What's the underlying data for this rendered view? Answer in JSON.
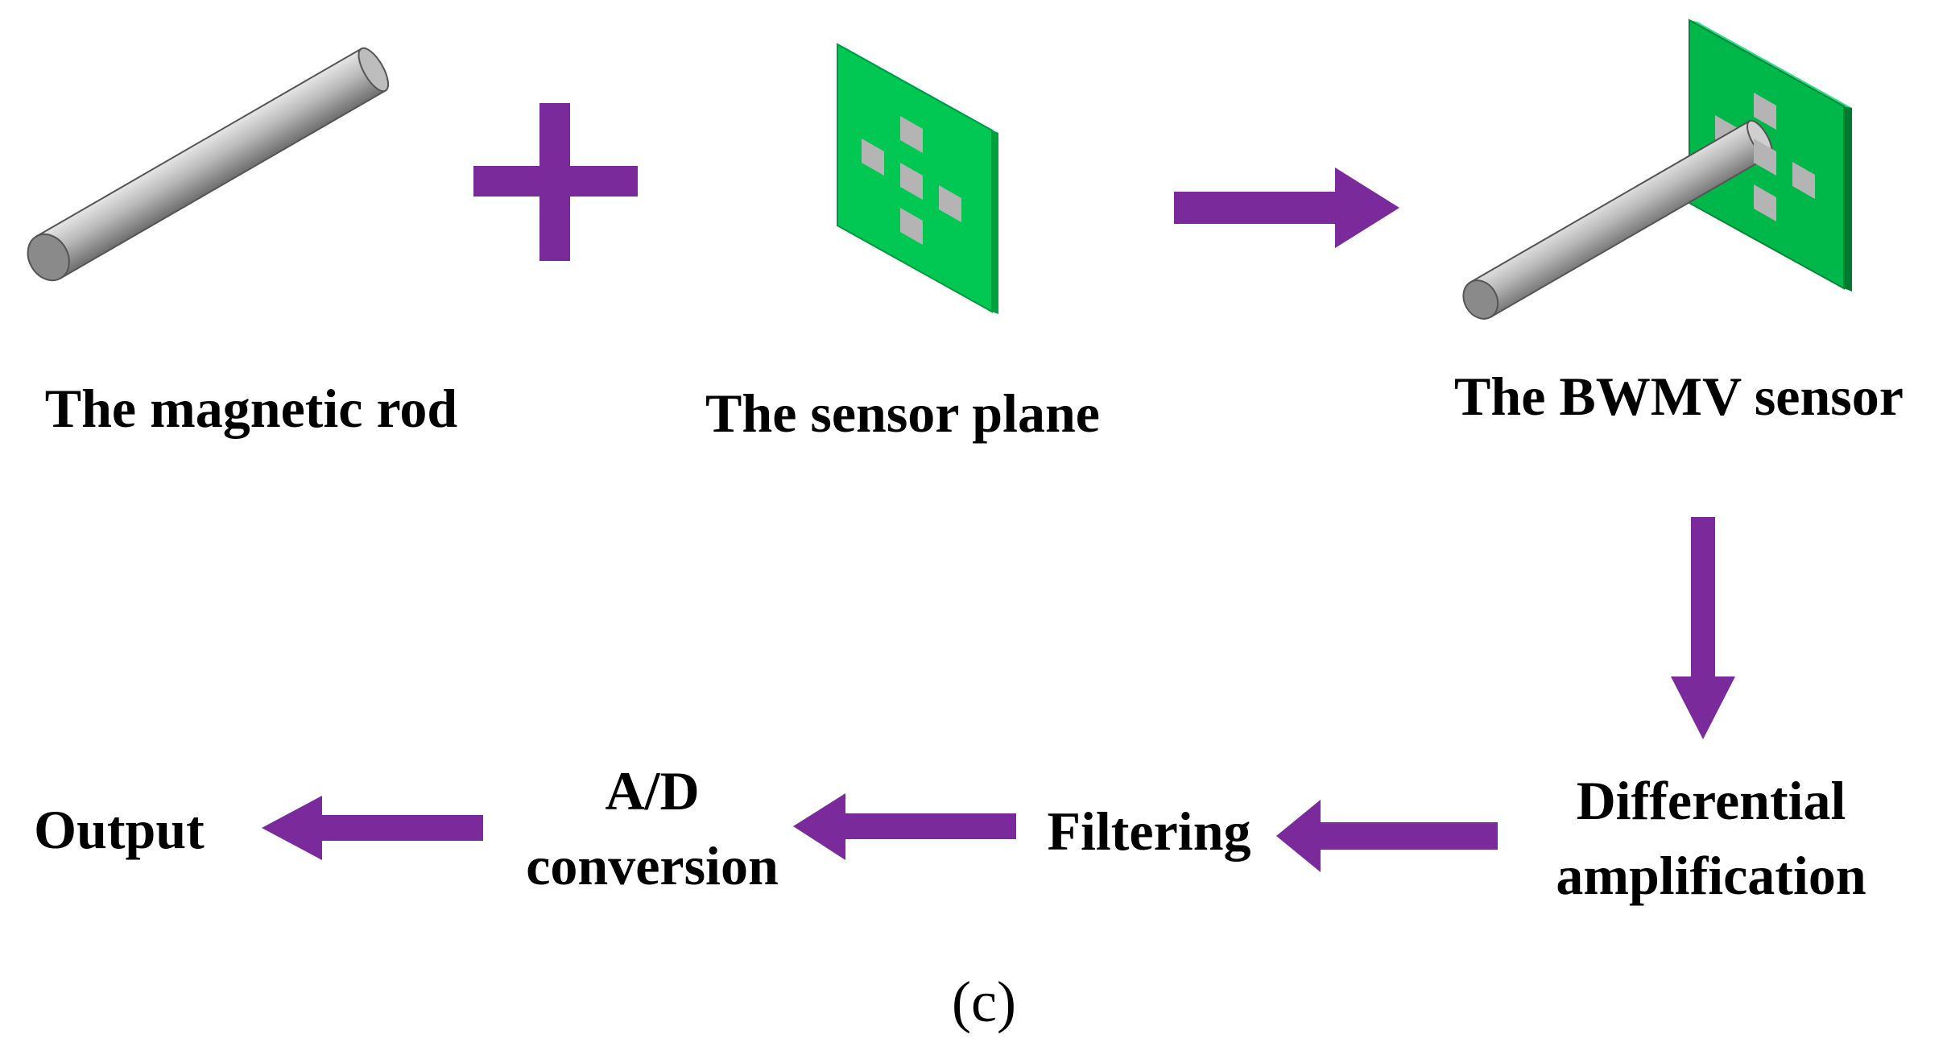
{
  "labels": {
    "magnetic_rod": "The magnetic rod",
    "sensor_plane": "The sensor plane",
    "bwmv_sensor": "The BWMV sensor",
    "differential_line1": "Differential",
    "differential_line2": "amplification",
    "filtering": "Filtering",
    "ad_line1": "A/D",
    "ad_line2": "conversion",
    "output": "Output",
    "caption": "(c)"
  },
  "colors": {
    "arrow": "#7b2a9c",
    "board_green": "#00c853",
    "board_edge_top": "#33d9e0",
    "board_edge_side": "#00a03c",
    "pad_gray": "#b4b4b4",
    "rod_gray": "#a5a5a5"
  }
}
